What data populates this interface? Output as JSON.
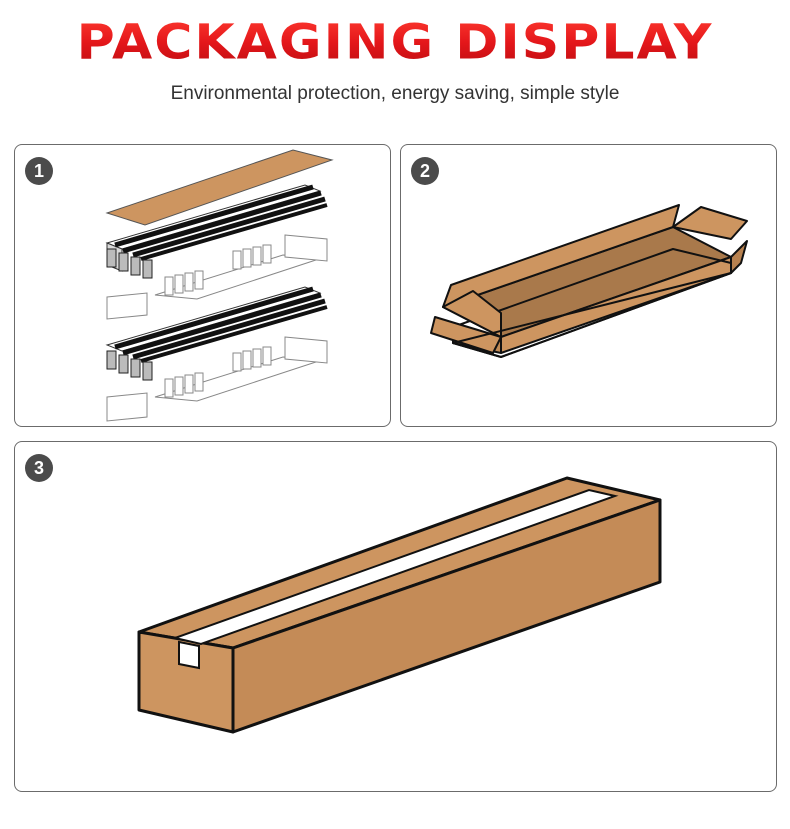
{
  "header": {
    "title": "PACKAGING DISPLAY",
    "subtitle": "Environmental protection, energy saving, simple style"
  },
  "steps": [
    {
      "number": "1"
    },
    {
      "number": "2"
    },
    {
      "number": "3"
    }
  ],
  "colors": {
    "title_red": "#e3161a",
    "cardboard": "#cd9560",
    "outline": "#111111",
    "badge": "#4b4b4b"
  }
}
